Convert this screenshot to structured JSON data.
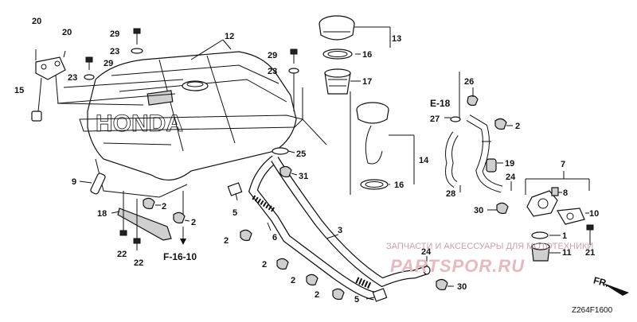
{
  "labels": {
    "l1": "1",
    "l2a": "2",
    "l2b": "2",
    "l2c": "2",
    "l2d": "2",
    "l2e": "2",
    "l2f": "2",
    "l2g": "2",
    "l3": "3",
    "l5a": "5",
    "l5b": "5",
    "l6": "6",
    "l7": "7",
    "l8": "8",
    "l9": "9",
    "l10": "10",
    "l11": "11",
    "l12": "12",
    "l13": "13",
    "l14": "14",
    "l15": "15",
    "l16a": "16",
    "l16b": "16",
    "l17": "17",
    "l18": "18",
    "l19": "19",
    "l20a": "20",
    "l20b": "20",
    "l21": "21",
    "l22a": "22",
    "l22b": "22",
    "l23a": "23",
    "l23b": "23",
    "l24a": "24",
    "l24b": "24",
    "l25": "25",
    "l26": "26",
    "l27": "27",
    "l28": "28",
    "l29a": "29",
    "l29b": "29",
    "l29c": "29",
    "l30a": "30",
    "l30b": "30",
    "l31": "31"
  },
  "refs": {
    "e18": "E-18",
    "f1610": "F-16-10",
    "fr": "FR."
  },
  "diagram_code": "Z264F1600",
  "watermark": {
    "line1": "ЗАПЧАСТИ И АКСЕССУАРЫ ДЛЯ МОТОТЕХНИКИ",
    "line2": "PARTSPOR.RU"
  }
}
